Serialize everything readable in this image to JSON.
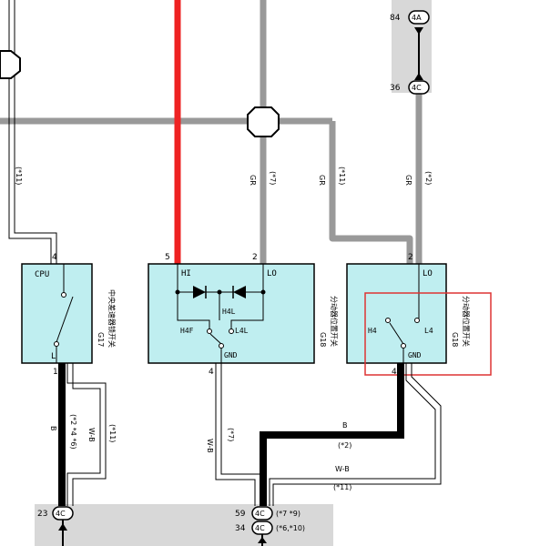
{
  "colors": {
    "gray_wire": "#999999",
    "red_wire": "#ee2222",
    "black_wire": "#000000",
    "box_fill": "#bfeef0",
    "shade": "#d8d8d8",
    "highlight": "#dd3333"
  },
  "connectors": {
    "c84": "84",
    "c4a": "4A",
    "c36": "36",
    "c4c_top": "4C",
    "c23": "23",
    "c4c_a": "4C",
    "c59": "59",
    "c4c_b": "4C",
    "c34": "34",
    "c4c_c": "4C",
    "c59_note": "(*7 *9)",
    "c34_note": "(*6,*10)"
  },
  "pins": {
    "g17_top": "4",
    "g17_bottom": "1",
    "g18a_hi": "5",
    "g18a_lo": "2",
    "g18a_bottom": "4",
    "g18b_lo": "2",
    "g18b_bottom": "4"
  },
  "wire_labels": {
    "note11_left": "(*11)",
    "gr1": "GR",
    "note7_top": "(*7)",
    "gr2": "GR",
    "note11_mid": "(*11)",
    "gr3": "GR",
    "note2_top": "(*2)",
    "b_left": "B",
    "note46": "(*2 *4 *6)",
    "wb_left": "W-B",
    "note11_low": "(*11)",
    "wb_mid": "W-B",
    "note7_low": "(*7)",
    "b_right": "B",
    "note2_low": "(*2)",
    "wb_right": "W-B",
    "note11_right": "(*11)"
  },
  "g17": {
    "cpu": "CPU",
    "l": "L",
    "id": "G17",
    "name": "中央差速器锁开关"
  },
  "g18a": {
    "hi": "HI",
    "lo": "LO",
    "h4l": "H4L",
    "h4f": "H4F",
    "l4l": "L4L",
    "gnd": "GND",
    "id": "G18",
    "name": "分动器位置开关"
  },
  "g18b": {
    "lo": "LO",
    "h4": "H4",
    "l4": "L4",
    "gnd": "GND",
    "id": "G18",
    "name": "分动器位置开关"
  }
}
